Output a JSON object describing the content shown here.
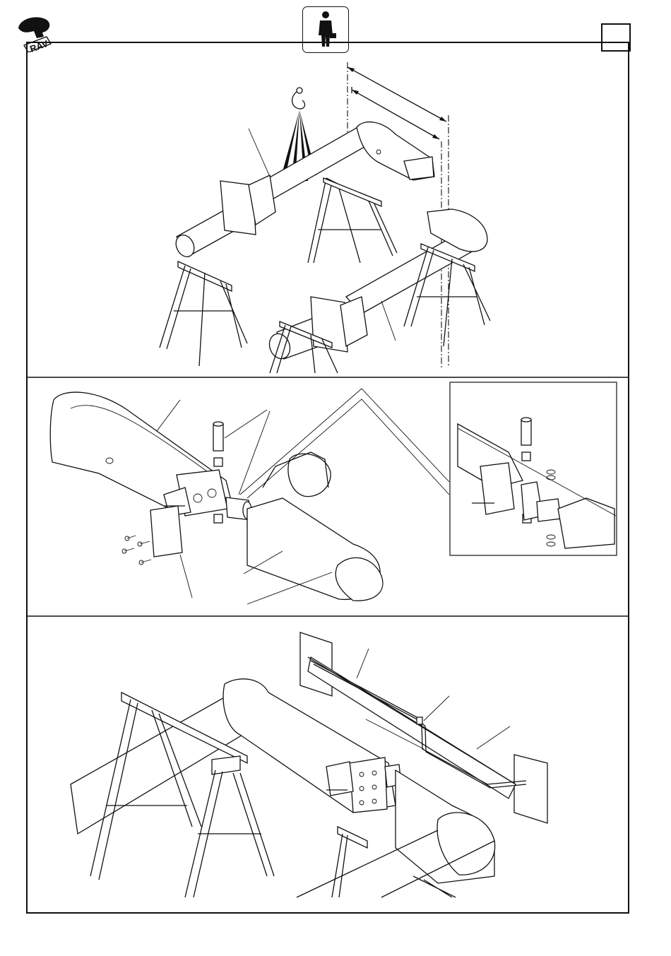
{
  "brand": {
    "logo_letters": "RAV"
  },
  "header": {
    "operator_icon": "person-with-briefcase-icon",
    "page_box": ""
  },
  "panels": [
    {
      "id": "step-1",
      "content": "crane-lifting-axle-onto-trestles-illustration"
    },
    {
      "id": "step-2",
      "content": "axle-joint-pin-assembly-exploded-view-illustration"
    },
    {
      "id": "step-3",
      "content": "assembled-axles-with-brake-lines-illustration"
    }
  ],
  "colors": {
    "line": "#111111",
    "frame_border": "#000000",
    "background": "#ffffff"
  }
}
